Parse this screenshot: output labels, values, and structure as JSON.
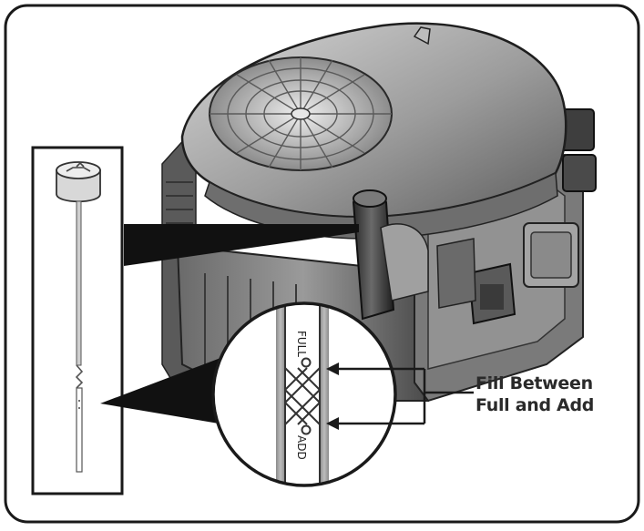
{
  "callout": {
    "line1": "Fill Between",
    "line2": "Full and Add"
  },
  "dipstick_markings": {
    "upper": "FULL",
    "lower": "ADD"
  },
  "icons": {
    "engine": "engine-illustration",
    "dipstick": "dipstick-icon",
    "magnifier": "magnified-dipstick-inset"
  },
  "colors": {
    "border": "#1a1a1a",
    "engine_dark": "#3a3a3a",
    "engine_mid": "#8a8a8a",
    "engine_light": "#c4c4c4"
  }
}
